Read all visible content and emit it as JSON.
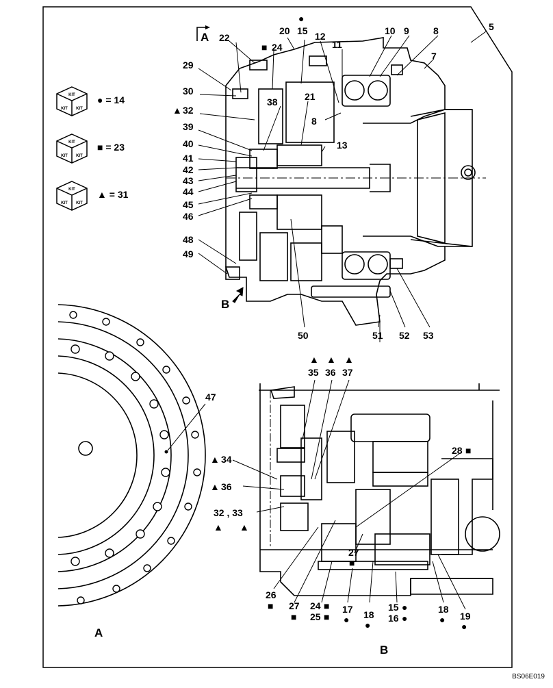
{
  "section_letter_a": "A",
  "section_letter_b": "B",
  "view_label_a": "A",
  "view_label_b": "B",
  "drawing_code": "BS06E019",
  "kit_word": "KIT",
  "kits": [
    {
      "symbol": "●",
      "text": "= 14",
      "icon": "circle-symbol"
    },
    {
      "symbol": "■",
      "text": "= 23",
      "icon": "square-symbol"
    },
    {
      "symbol": "▲",
      "text": "= 31",
      "icon": "triangle-symbol"
    }
  ],
  "callouts_main": [
    "5",
    "7",
    "8",
    "9",
    "10",
    "11",
    "12",
    "15",
    "20",
    "22",
    "24",
    "29",
    "30",
    "32",
    "38",
    "21",
    "8",
    "39",
    "13",
    "40",
    "41",
    "42",
    "43",
    "44",
    "45",
    "46",
    "48",
    "49",
    "50",
    "51",
    "52",
    "53"
  ],
  "callout_marks": {
    "c15_mark": "●",
    "c24_mark": "■",
    "c32_mark": "▲"
  },
  "callouts_detail": {
    "c35": "35",
    "c36": "36",
    "c37": "37",
    "c34": "34",
    "c36b": "36",
    "c32_33": "32 , 33",
    "c28": "28",
    "c27": "27",
    "c26": "26",
    "c27b": "27",
    "c24": "24",
    "c25": "25",
    "c17": "17",
    "c18": "18",
    "c15": "15",
    "c16": "16",
    "c18b": "18",
    "c19": "19",
    "c47": "47"
  },
  "symbols": {
    "circle": "●",
    "square": "■",
    "triangle": "▲"
  }
}
